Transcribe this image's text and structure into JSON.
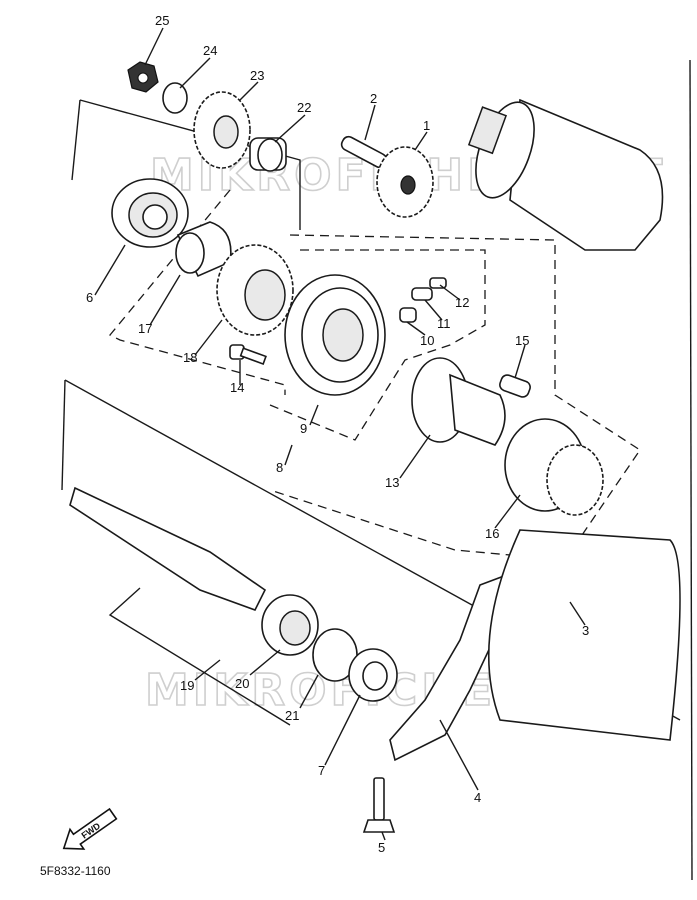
{
  "diagram_code": "5F8332-1160",
  "direction_label": "FWD",
  "watermark": [
    "MIKROFICHES.NET",
    "MIKROFICHES.NET"
  ],
  "parts": [
    {
      "num": "1"
    },
    {
      "num": "2"
    },
    {
      "num": "3"
    },
    {
      "num": "4"
    },
    {
      "num": "5"
    },
    {
      "num": "6"
    },
    {
      "num": "7"
    },
    {
      "num": "8"
    },
    {
      "num": "9"
    },
    {
      "num": "10"
    },
    {
      "num": "11"
    },
    {
      "num": "12"
    },
    {
      "num": "13"
    },
    {
      "num": "14"
    },
    {
      "num": "15"
    },
    {
      "num": "16"
    },
    {
      "num": "17"
    },
    {
      "num": "18"
    },
    {
      "num": "19"
    },
    {
      "num": "20"
    },
    {
      "num": "21"
    },
    {
      "num": "22"
    },
    {
      "num": "23"
    },
    {
      "num": "24"
    },
    {
      "num": "25"
    }
  ]
}
